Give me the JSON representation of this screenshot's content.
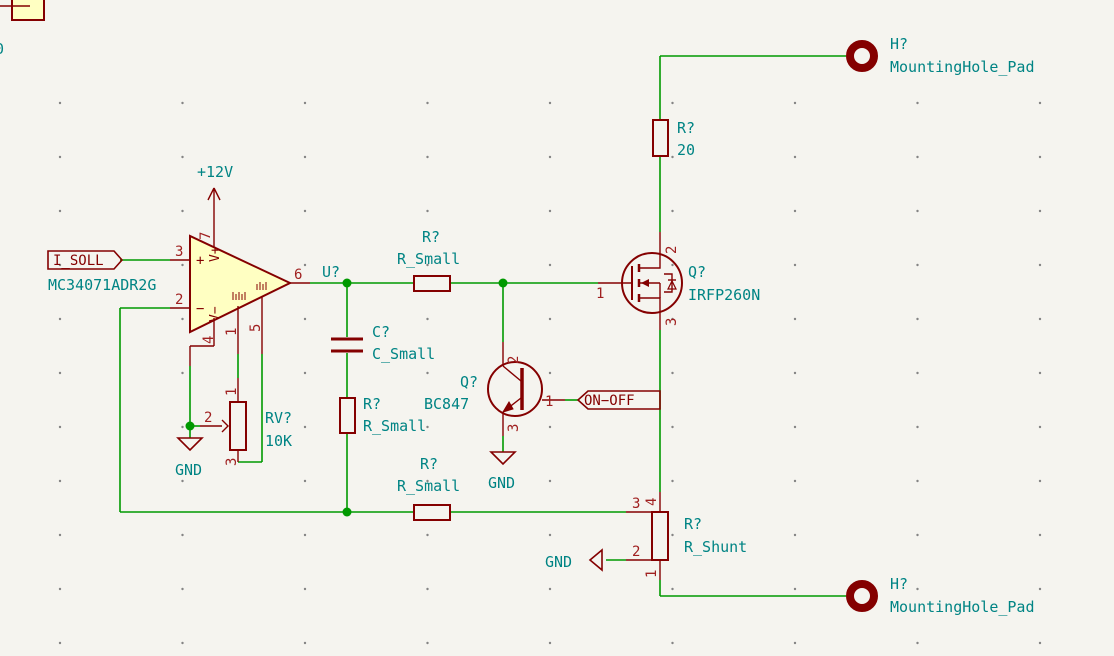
{
  "colors": {
    "background": "#f5f4ef",
    "wire": "#009900",
    "component": "#840000",
    "label": "#008484",
    "opamp_fill": "#ffffc2",
    "pin_number": "#a02020"
  },
  "corner_label": "0",
  "power": {
    "vcc": "+12V",
    "gnd1": "GND",
    "gnd2": "GND",
    "gnd3": "GND"
  },
  "opamp": {
    "ref": "U?",
    "value": "MC34071ADR2G",
    "pins": {
      "p1": "1",
      "p2": "2",
      "p3": "3",
      "p4": "4",
      "p5": "5",
      "p6": "6",
      "p7": "7"
    },
    "sym_plus": "+",
    "sym_minus": "−",
    "sym_vplus": "V+",
    "sym_vminus": "V−"
  },
  "labels": {
    "i_soll": "I_SOLL",
    "on_off": "ON−OFF"
  },
  "r_top": {
    "ref": "R?",
    "value": "R_Small"
  },
  "capacitor": {
    "ref": "C?",
    "value": "C_Small"
  },
  "r_mid": {
    "ref": "R?",
    "value": "R_Small"
  },
  "r_bottom": {
    "ref": "R?",
    "value": "R_Small"
  },
  "r_drain": {
    "ref": "R?",
    "value": "20"
  },
  "potentiometer": {
    "ref": "RV?",
    "value": "10K",
    "pins": {
      "p1": "1",
      "p2": "2",
      "p3": "3"
    }
  },
  "bjt": {
    "ref": "Q?",
    "value": "BC847",
    "pins": {
      "p1": "1",
      "p2": "2",
      "p3": "3"
    }
  },
  "mosfet": {
    "ref": "Q?",
    "value": "IRFP260N",
    "pins": {
      "p1": "1",
      "p2": "2",
      "p3": "3"
    }
  },
  "shunt": {
    "ref": "R?",
    "value": "R_Shunt",
    "pins": {
      "p1": "1",
      "p2": "2",
      "p3": "3",
      "p4": "4"
    }
  },
  "hole_top": {
    "ref": "H?",
    "value": "MountingHole_Pad"
  },
  "hole_bottom": {
    "ref": "H?",
    "value": "MountingHole_Pad"
  }
}
